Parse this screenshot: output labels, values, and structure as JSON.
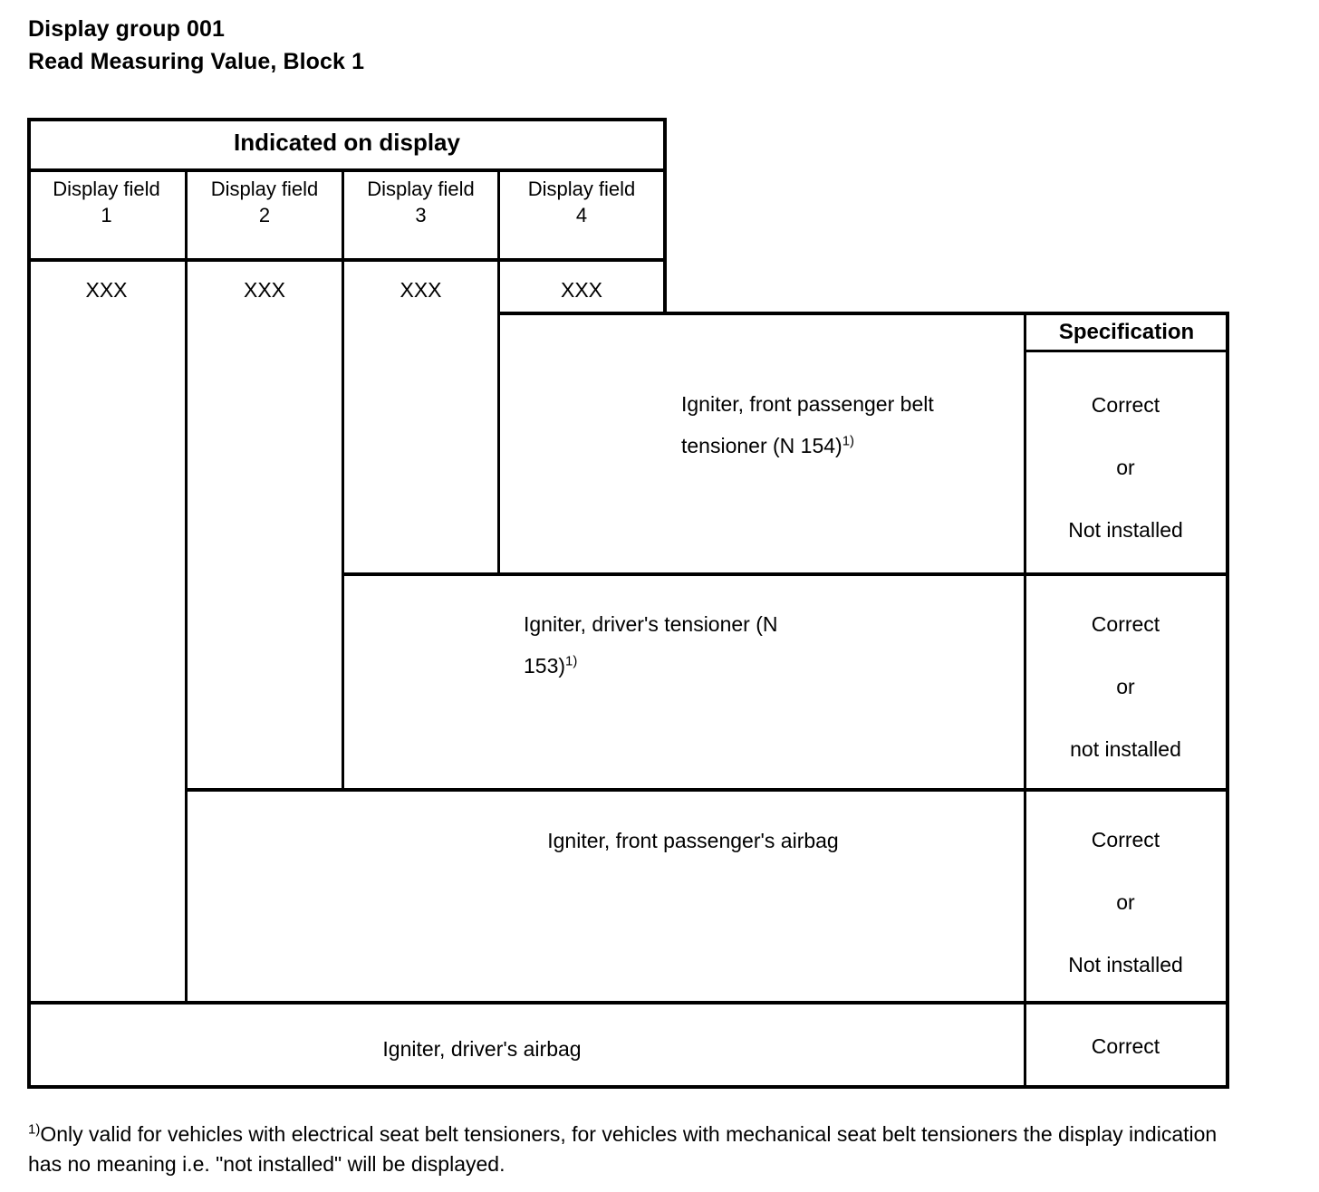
{
  "document": {
    "title_line_1": "Display group 001",
    "title_line_2": "Read Measuring Value, Block 1"
  },
  "table": {
    "display_header": "Indicated on display",
    "spec_header": "Specification",
    "display_fields": [
      {
        "label": "Display field",
        "number": "1",
        "value": "XXX"
      },
      {
        "label": "Display field",
        "number": "2",
        "value": "XXX"
      },
      {
        "label": "Display field",
        "number": "3",
        "value": "XXX"
      },
      {
        "label": "Display field",
        "number": "4",
        "value": "XXX"
      }
    ],
    "rows": [
      {
        "description_line_1": "Igniter, front passenger belt",
        "description_line_2": "tensioner (N 154)",
        "description_footnote_mark": "1)",
        "spec_line_1": "Correct",
        "spec_line_2": "or",
        "spec_line_3": "Not installed"
      },
      {
        "description_line_1": "Igniter, driver's tensioner (N",
        "description_line_2": "153)",
        "description_footnote_mark": "1)",
        "spec_line_1": "Correct",
        "spec_line_2": "or",
        "spec_line_3": "not installed"
      },
      {
        "description_line_1": "Igniter, front passenger's airbag",
        "description_line_2": "",
        "description_footnote_mark": "",
        "spec_line_1": "Correct",
        "spec_line_2": "or",
        "spec_line_3": "Not installed"
      },
      {
        "description_line_1": "Igniter, driver's airbag",
        "description_line_2": "",
        "description_footnote_mark": "",
        "spec_line_1": "Correct",
        "spec_line_2": "",
        "spec_line_3": ""
      }
    ]
  },
  "footnote": {
    "mark": "1)",
    "text": "Only valid for vehicles with electrical seat belt tensioners, for vehicles with mechanical seat belt tensioners the display indication has no meaning i.e. \"not installed\" will be displayed."
  }
}
